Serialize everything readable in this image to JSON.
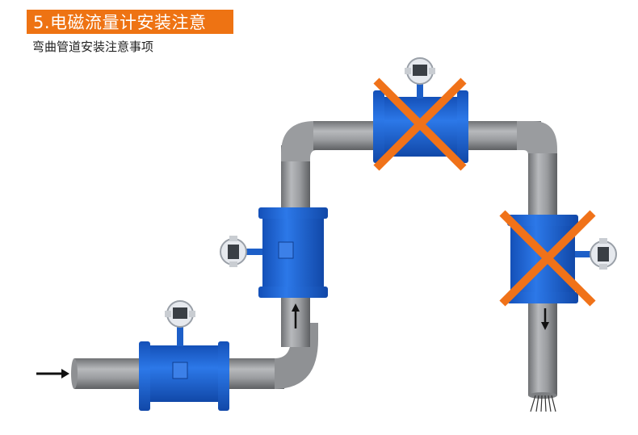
{
  "header": {
    "title": "5.电磁流量计安装注意",
    "subtitle": "弯曲管道安装注意事项",
    "accent_color": "#EE7313"
  },
  "diagram": {
    "pipe_color": "#8A8C8F",
    "meter_body_color": "#1E63D3",
    "cross_mark_color": "#F07219",
    "meters": [
      {
        "position": "lower horizontal inlet section",
        "status": "correct"
      },
      {
        "position": "vertical upflow riser",
        "status": "correct"
      },
      {
        "position": "top of pipe bend (high point)",
        "status": "incorrect"
      },
      {
        "position": "vertical downflow section",
        "status": "incorrect"
      }
    ],
    "icons": [
      "flow-direction-arrow-icon",
      "cross-mark-icon",
      "outlet-discharge-icon"
    ]
  }
}
